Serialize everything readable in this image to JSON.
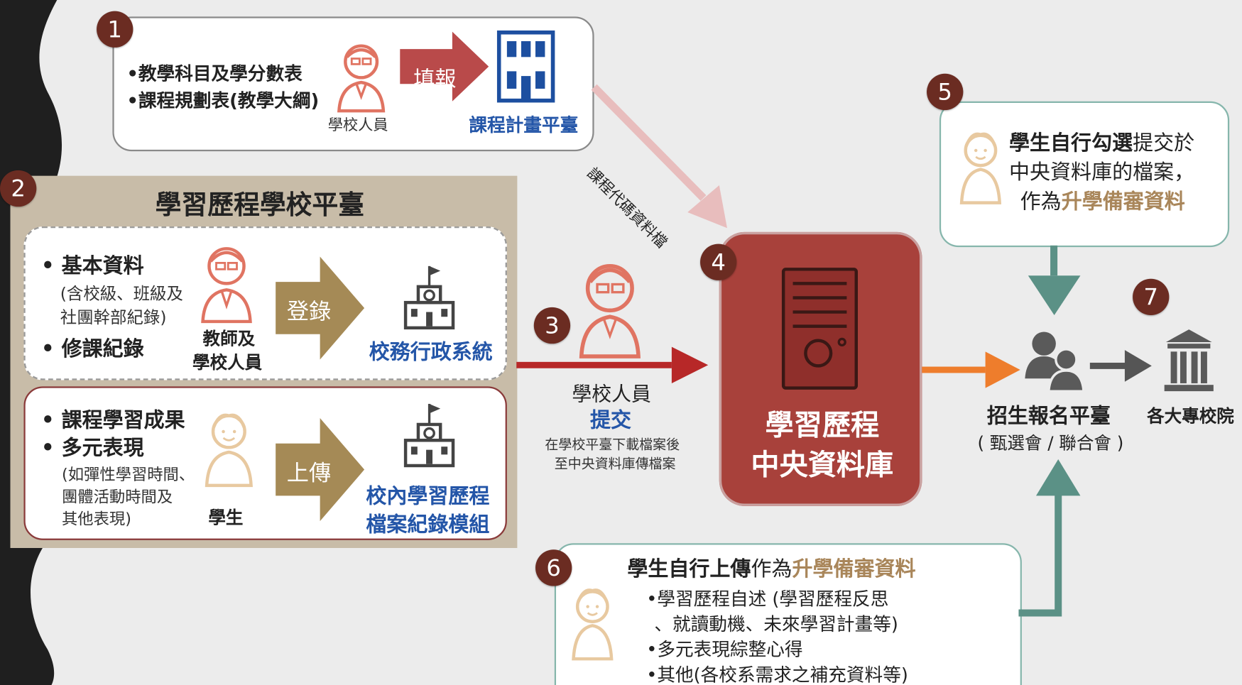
{
  "step1": {
    "num": "1",
    "items": [
      "•教學科目及學分數表",
      "•課程規劃表(教學大綱)"
    ],
    "person_label": "學校人員",
    "action": "填報",
    "target": "課程計畫平臺"
  },
  "arrow1_label": "課程代碼資料檔",
  "step2": {
    "num": "2",
    "title": "學習歷程學校平臺",
    "upper": {
      "item1": "•  基本資料",
      "item1_note": [
        "(含校級、班級及",
        "社團幹部紀錄)"
      ],
      "item2": "•  修課紀錄",
      "person_label": [
        "教師及",
        "學校人員"
      ],
      "action": "登錄",
      "target": "校務行政系統"
    },
    "lower": {
      "item1": "•  課程學習成果",
      "item2": "•  多元表現",
      "note": [
        "(如彈性學習時間、",
        "團體活動時間及",
        "其他表現)"
      ],
      "person_label": "學生",
      "action": "上傳",
      "target": [
        "校內學習歷程",
        "檔案紀錄模組"
      ]
    }
  },
  "step3": {
    "num": "3",
    "person_label": "學校人員",
    "action": "提交",
    "note": [
      "在學校平臺下載檔案後",
      "至中央資料庫傳檔案"
    ]
  },
  "step4": {
    "num": "4",
    "title": [
      "學習歷程",
      "中央資料庫"
    ]
  },
  "step5": {
    "num": "5",
    "line1_bold": "學生自行勾選",
    "line1_rest": "提交於",
    "line2": "中央資料庫的檔案，",
    "line3_pre": "作為",
    "line3_gold": "升學備審資料"
  },
  "step6": {
    "num": "6",
    "title_bold": "學生自行上傳",
    "title_mid": "作為",
    "title_gold": "升學備審資料",
    "items": [
      "•學習歷程自述 (學習歷程反思",
      "、就讀動機、未來學習計畫等)",
      "•多元表現綜整心得",
      "•其他(各校系需求之補充資料等)"
    ]
  },
  "step7": {
    "num": "7",
    "label": "各大專校院"
  },
  "platform": {
    "label": "招生報名平臺",
    "sub": "( 甄選會 / 聯合會 )"
  },
  "colors": {
    "badge": "#6b2c22",
    "red_arrow": "#b72828",
    "salmon_arrow": "#e8bdbd",
    "gold": "#a9865a",
    "teal": "#5b9186",
    "orange": "#ee7d2c",
    "db_red": "#a8413b",
    "person_red": "#e07462",
    "person_gold": "#e8c9a0"
  }
}
